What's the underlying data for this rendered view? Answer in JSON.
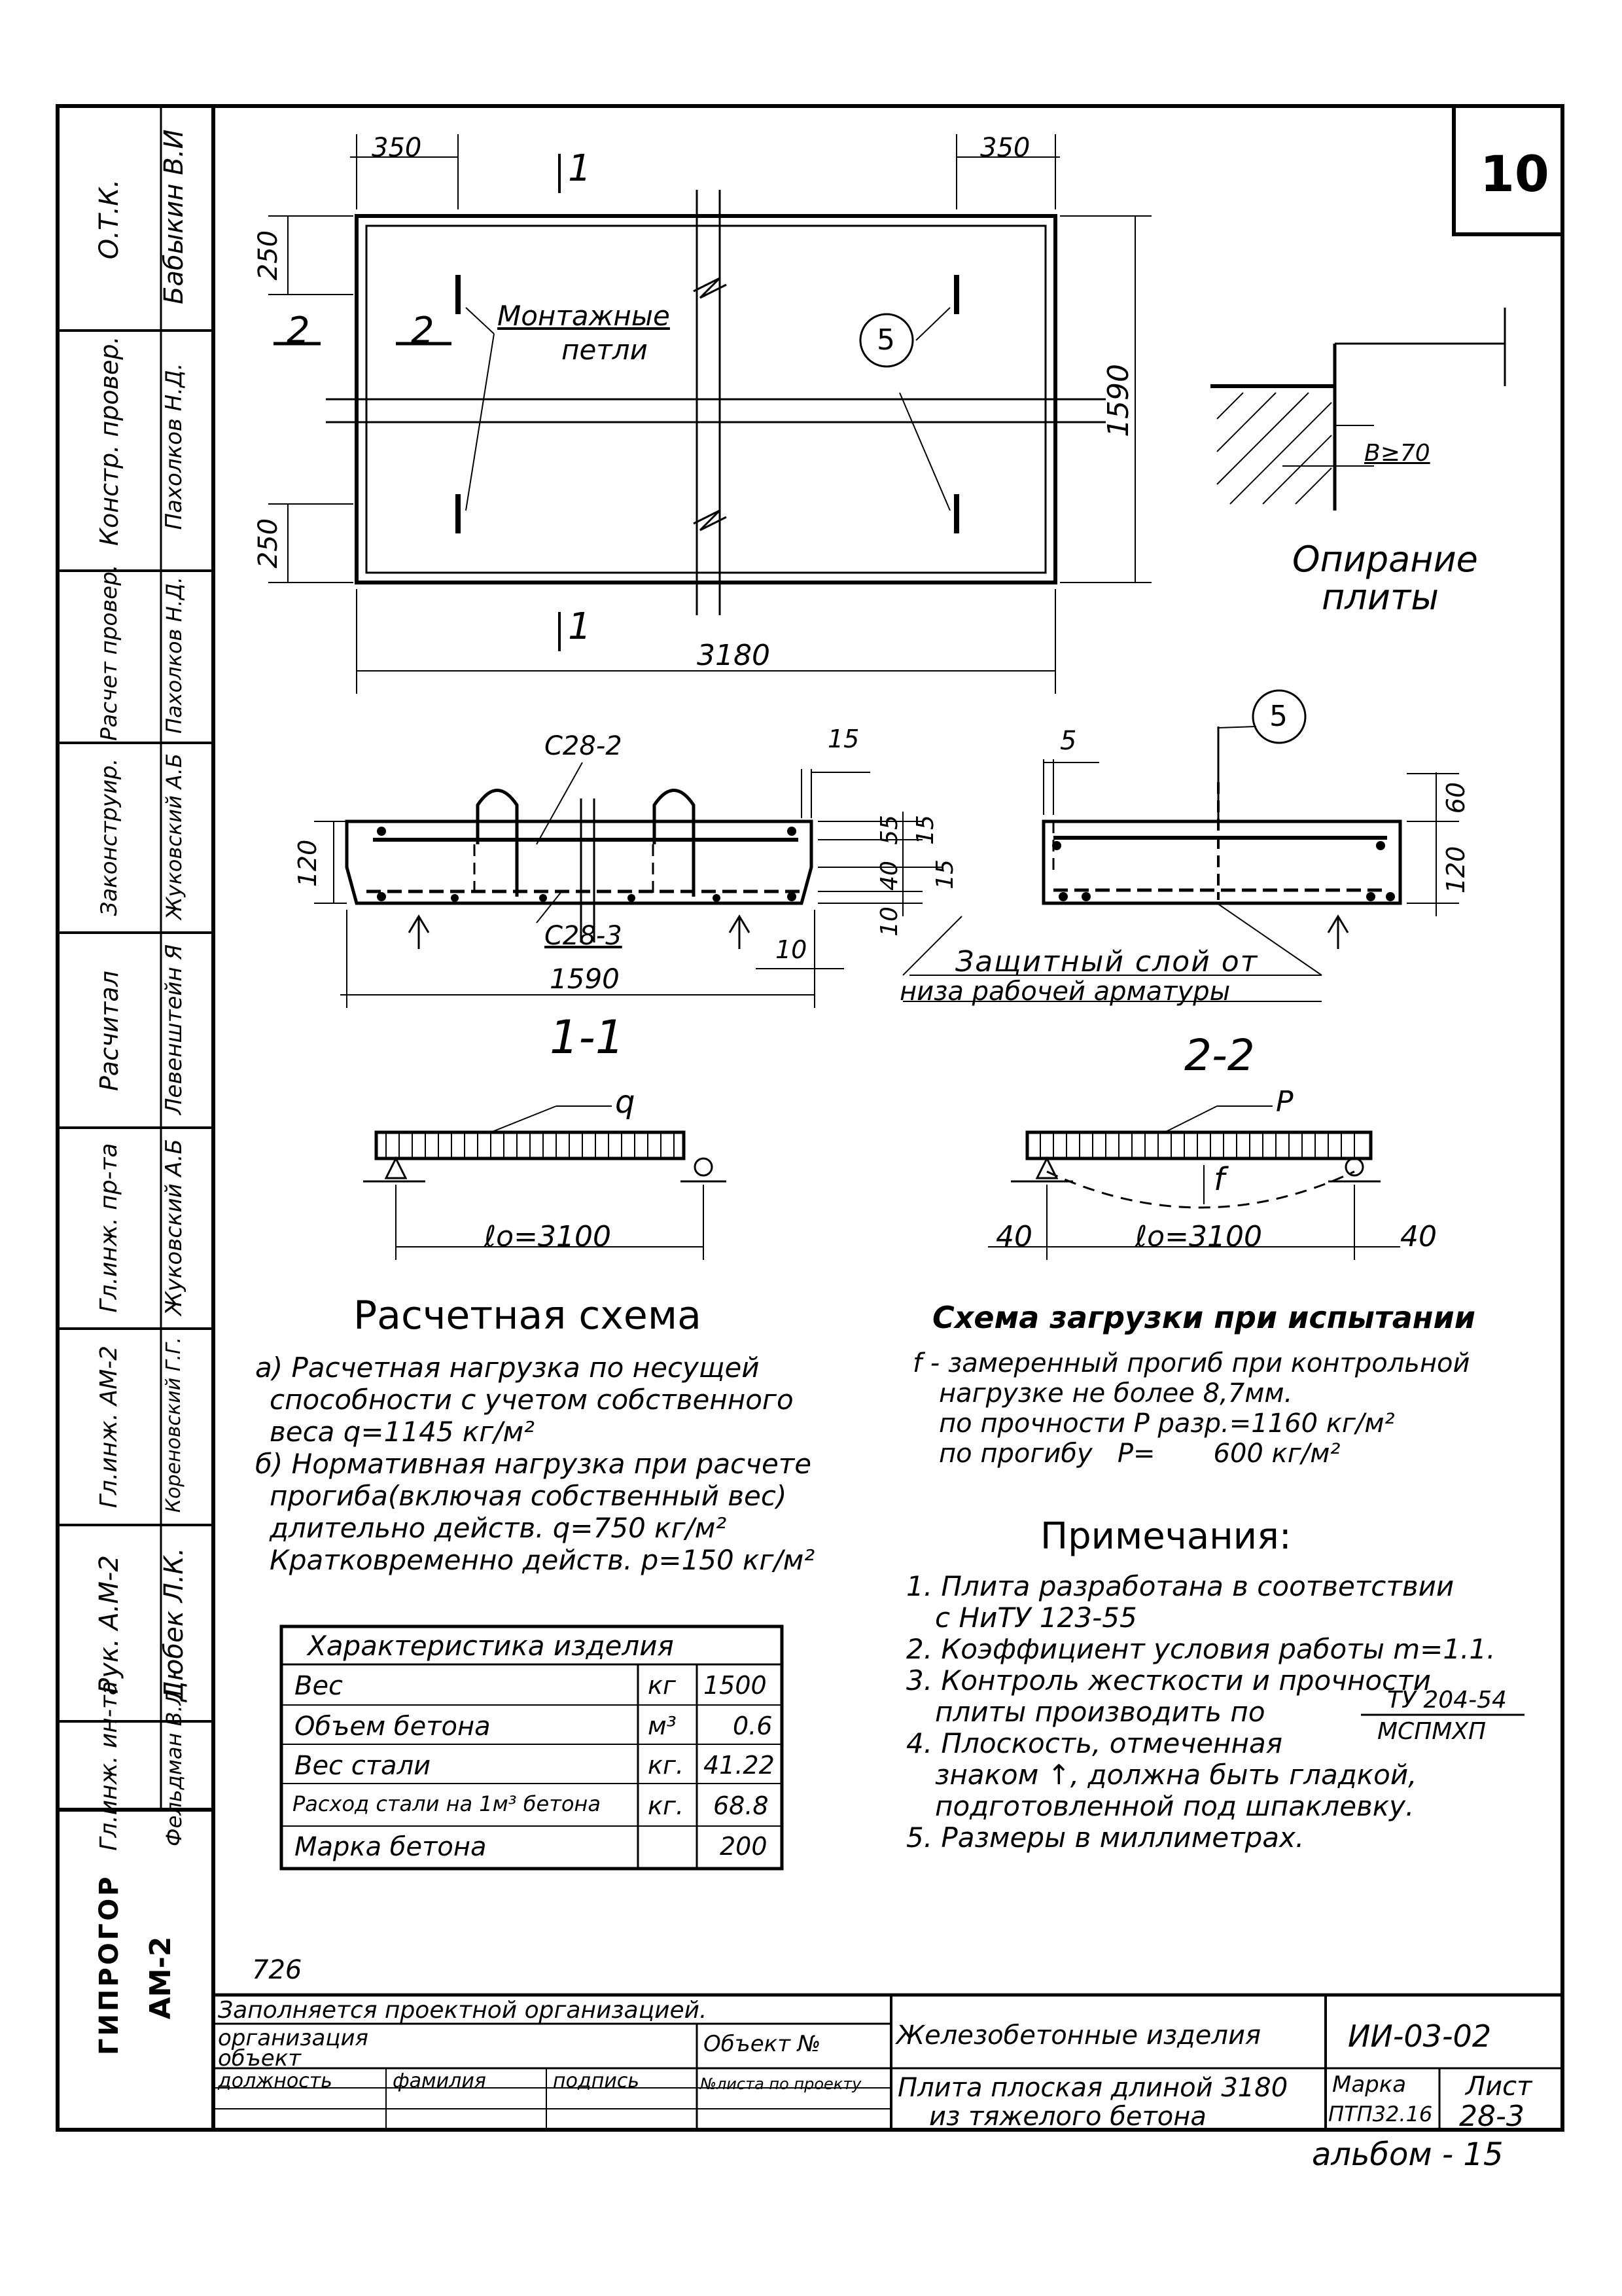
{
  "sheet_number": "10",
  "plan": {
    "dims": {
      "top_left": "350",
      "top_right": "350",
      "side_top": "250",
      "side_bottom": "250",
      "width": "1590",
      "length": "3180"
    },
    "section_labels": {
      "s1_top": "1",
      "s1_bottom": "1",
      "s2_left": "2",
      "s2_right": "2"
    },
    "loops_label_line1": "Монтажные",
    "loops_label_line2": "петли",
    "callout": "5"
  },
  "support": {
    "dim": "B≥70",
    "caption_line1": "Опирание",
    "caption_line2": "плиты"
  },
  "section_1_1": {
    "rebar_top": "С28-2",
    "rebar_bottom": "С28-3",
    "dims": {
      "height": "120",
      "top_15": "15",
      "d55": "55",
      "d15": "15",
      "d40": "40",
      "d15b": "15",
      "d10": "10",
      "d10b": "10",
      "length": "1590"
    },
    "title": "1-1"
  },
  "section_2_2": {
    "dims": {
      "d5": "5",
      "d60": "60",
      "d120": "120"
    },
    "callout": "5",
    "cover_note_line1": "Защитный слой от",
    "cover_note_line2": "низа рабочей арматуры",
    "title": "2-2"
  },
  "calc_scheme": {
    "load_label": "q",
    "span": "ℓо=3100",
    "title": "Расчетная схема",
    "lines": [
      "а) Расчетная нагрузка по несущей",
      "способности с учетом собственного",
      "веса q=1145 кг/м²",
      "б) Нормативная нагрузка при расчете",
      "прогиба(включая собственный вес)",
      "длительно действ. q=750 кг/м²",
      "Кратковременно действ. р=150 кг/м²"
    ]
  },
  "test_scheme": {
    "load_label": "P",
    "deflection": "f",
    "span": "ℓо=3100",
    "left": "40",
    "right": "40",
    "title": "Схема загрузки при испытании",
    "lines": [
      "f - замеренный прогиб при контрольной",
      "нагрузке не более 8,7мм.",
      "по прочности  P разр.=1160 кг/м²",
      "по прогибу   P=       600 кг/м²"
    ]
  },
  "notes": {
    "title": "Примечания:",
    "items": [
      "1. Плита разработана в соответствии",
      "с НиТУ 123-55",
      "2. Коэффициент условия работы m=1.1.",
      "3. Контроль жесткости и прочности",
      "плиты производить по",
      "4. Плоскость, отмеченная",
      "знаком ↑, должна быть гладкой,",
      "подготовленной под шпаклевку.",
      "5. Размеры в миллиметрах."
    ],
    "fraction_top": "ТУ 204-54",
    "fraction_bottom": "МСПМХП"
  },
  "characteristics": {
    "title": "Характеристика изделия",
    "rows": [
      {
        "name": "Вес",
        "unit": "кг",
        "value": "1500"
      },
      {
        "name": "Объем бетона",
        "unit": "м³",
        "value": "0.6"
      },
      {
        "name": "Вес стали",
        "unit": "кг.",
        "value": "41.22"
      },
      {
        "name": "Расход стали на 1м³ бетона",
        "unit": "кг.",
        "value": "68.8"
      },
      {
        "name": "Марка бетона",
        "unit": "",
        "value": "200"
      }
    ]
  },
  "sidebar": {
    "org": "ГИПРОГОР",
    "code": "АМ-2",
    "columns": [
      {
        "role": "О.Т.К.",
        "name": "Бабыкин В.И"
      },
      {
        "role": "Констр. провер.",
        "name": "Пахолков Н.Д."
      },
      {
        "role": "Расчет провер.",
        "name": "Пахолков Н.Д."
      },
      {
        "role": "Законструир.",
        "name": "Жуковский А.Б"
      },
      {
        "role": "Расчитал",
        "name": "Левенштейн Я"
      },
      {
        "role": "Гл.инж. пр-та",
        "name": "Жуковский А.Б"
      },
      {
        "role": "Гл.инж. АМ-2",
        "name": "Кореновский Г.Г."
      },
      {
        "role": "Рук. А.М-2",
        "name": "Дюбек Л.К."
      },
      {
        "role": "Гл.инж. ин-та",
        "name": "Фельдман В.Л."
      }
    ]
  },
  "title_block": {
    "number_726": "726",
    "fill_by": "Заполняется проектной организацией.",
    "org_label": "организация",
    "object_label": "объект",
    "object_no": "Объект №",
    "position": "должность",
    "surname": "фамилия",
    "signature": "подпись",
    "sheet_in_project": "№листа по проекту",
    "category": "Железобетонные изделия",
    "series": "ИИ-03-02",
    "product_line1": "Плита плоская длиной 3180",
    "product_line2": "из тяжелого бетона",
    "mark_label": "Марка",
    "mark_value": "ПТП32.16",
    "sheet_label": "Лист",
    "sheet_value": "28-3"
  },
  "album": "альбом - 15"
}
